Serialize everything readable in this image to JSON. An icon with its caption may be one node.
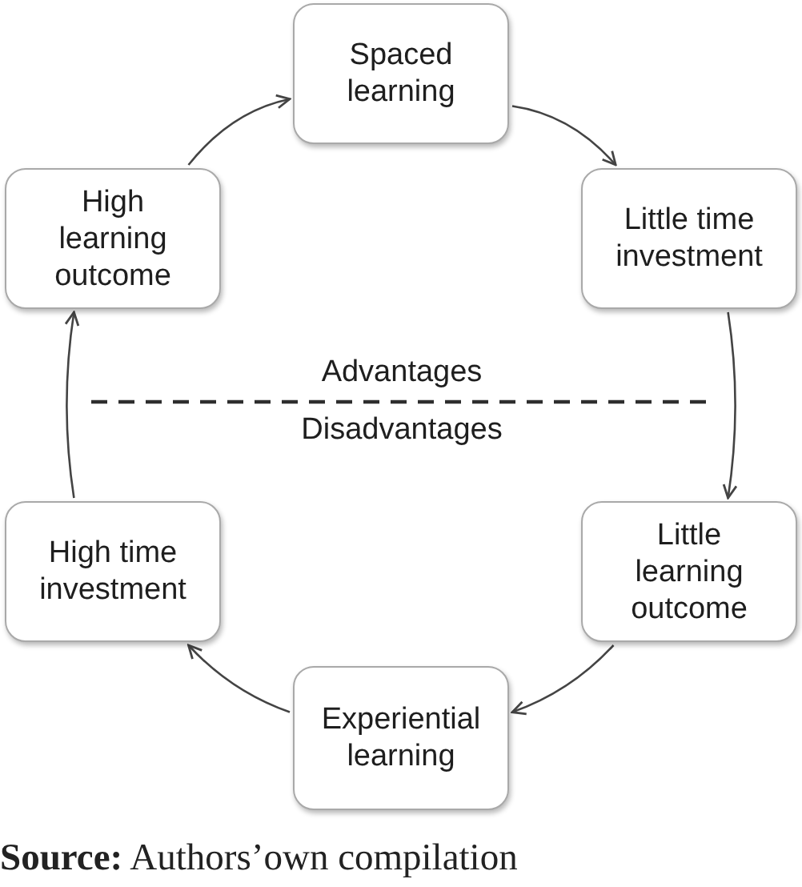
{
  "diagram": {
    "caption": "**Source:** Authors’own compilation",
    "nodes": [
      {
        "text": [
          "Spaced learning"
        ]
      },
      {
        "text": [
          "High learning outcome"
        ]
      },
      {
        "text": [
          "Little time investment"
        ]
      },
      {
        "text": [
          "High time investment"
        ]
      },
      {
        "text": [
          "Little learning outcome"
        ]
      },
      {
        "text": [
          "Experiential learning"
        ]
      }
    ],
    "edges": [
      {
        "from": 0,
        "to": 2,
        "arrow": "to"
      },
      {
        "from": 2,
        "to": 4,
        "arrow": "to"
      },
      {
        "from": 4,
        "to": 5,
        "arrow": "to"
      },
      {
        "from": 5,
        "to": 3,
        "arrow": "to"
      },
      {
        "from": 3,
        "to": 1,
        "arrow": "to"
      },
      {
        "from": 1,
        "to": 0,
        "arrow": "to"
      }
    ],
    "labels": [
      "Advantages",
      "Disadvantages"
    ]
  }
}
